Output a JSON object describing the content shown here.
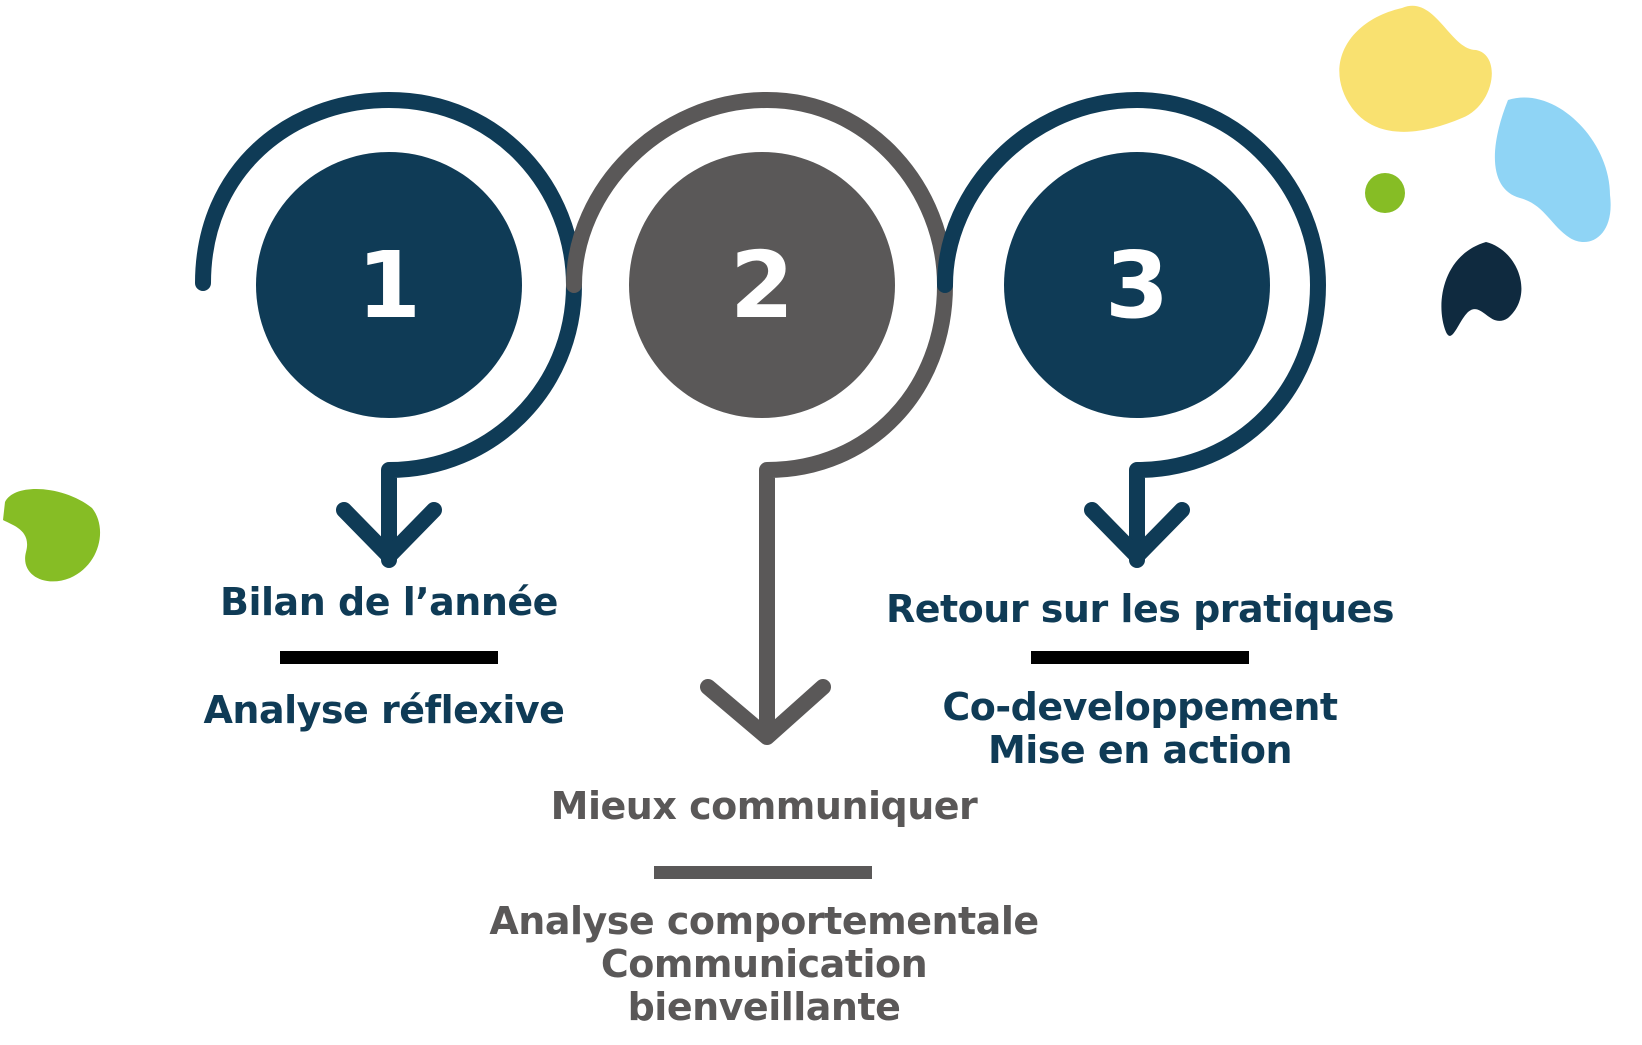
{
  "colors": {
    "navy": "#0f3b56",
    "gray": "#5a5858",
    "black": "#000000",
    "yellow": "#f9e170",
    "light_blue": "#8fd4f5",
    "green": "#86bd25",
    "dark_navy": "#0f2a3f"
  },
  "steps": [
    {
      "number": "1",
      "title": "Bilan de l’année",
      "details": [
        "Analyse réflexive"
      ]
    },
    {
      "number": "2",
      "title": "Mieux communiquer",
      "details": [
        "Analyse comportementale",
        "Communication",
        "bienveillante"
      ]
    },
    {
      "number": "3",
      "title": "Retour sur les pratiques",
      "details": [
        "Co-developpement",
        "Mise en action"
      ]
    }
  ]
}
